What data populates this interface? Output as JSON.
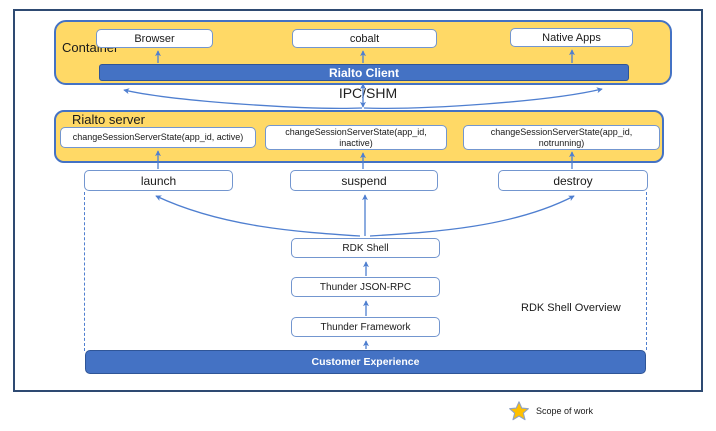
{
  "colors": {
    "accent_blue": "#4472C4",
    "gold_fill": "#FFD966",
    "box_border_blue": "#7396CF",
    "outer_border": "#2e4a72",
    "arrow_blue": "#4f7fd0",
    "star_gold": "#FFC000"
  },
  "container": {
    "label": "Container",
    "apps": [
      "Browser",
      "cobalt",
      "Native Apps"
    ],
    "client_bar": "Rialto Client"
  },
  "ipc_label": "IPC/SHM",
  "rialto_server": {
    "label": "Rialto server",
    "states": [
      "changeSessionServerState(app_id, active)",
      "changeSessionServerState(app_id, inactive)",
      "changeSessionServerState(app_id, notrunning)"
    ]
  },
  "actions": [
    "launch",
    "suspend",
    "destroy"
  ],
  "stack": [
    "RDK Shell",
    "Thunder JSON-RPC",
    "Thunder Framework"
  ],
  "overview_label": "RDK Shell Overview",
  "customer_bar": "Customer Experience",
  "legend": {
    "label": "Scope of work"
  }
}
